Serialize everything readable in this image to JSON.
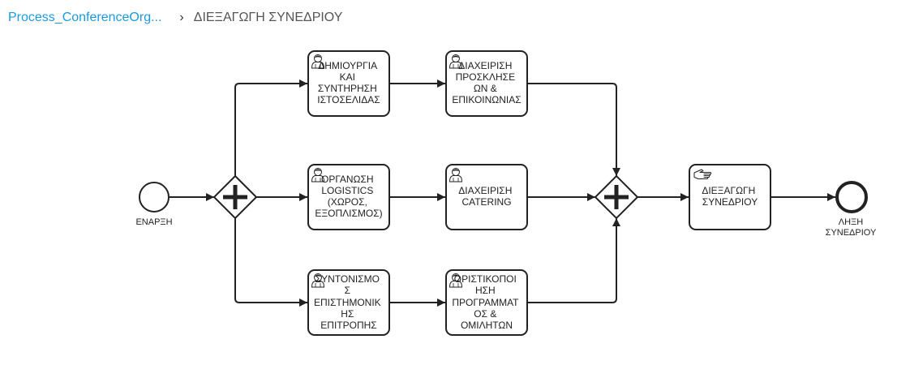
{
  "breadcrumb": {
    "process_link": "Process_ConferenceOrg...",
    "separator": "›",
    "current": "ΔΙΕΞΑΓΩΓΗ ΣΥΝΕΔΡΙΟΥ"
  },
  "diagram": {
    "start_event": {
      "label": "ΕΝΑΡΞΗ"
    },
    "end_event": {
      "label_lines": [
        "ΛΗΞΗ",
        "ΣΥΝΕΔΡΙΟΥ"
      ]
    },
    "tasks": {
      "website": {
        "type": "user",
        "lines": [
          "ΔΗΜΙΟΥΡΓΙΑ",
          "ΚΑΙ",
          "ΣΥΝΤΗΡΗΣΗ",
          "ΙΣΤΟΣΕΛΙΔΑΣ"
        ]
      },
      "invitations": {
        "type": "user",
        "lines": [
          "ΔΙΑΧΕΙΡΙΣΗ",
          "ΠΡΟΣΚΛΗΣΕ",
          "ΩΝ &",
          "ΕΠΙΚΟΙΝΩΝΙΑΣ"
        ]
      },
      "logistics": {
        "type": "user",
        "lines": [
          "ΟΡΓΑΝΩΣΗ",
          "LOGISTICS",
          "(ΧΩΡΟΣ,",
          "ΕΞΟΠΛΙΣΜΟΣ)"
        ]
      },
      "catering": {
        "type": "user",
        "lines": [
          "ΔΙΑΧΕΙΡΙΣΗ",
          "CATERING"
        ]
      },
      "committee": {
        "type": "user",
        "lines": [
          "ΣΥΝΤΟΝΙΣΜΟ",
          "Σ",
          "ΕΠΙΣΤΗΜΟΝΙΚ",
          "ΗΣ",
          "ΕΠΙΤΡΟΠΗΣ"
        ]
      },
      "program": {
        "type": "user",
        "lines": [
          "ΟΡΙΣΤΙΚΟΠΟΙ",
          "ΗΣΗ",
          "ΠΡΟΓΡΑΜΜΑΤ",
          "ΟΣ &",
          "ΟΜΙΛΗΤΩΝ"
        ]
      },
      "conduct": {
        "type": "manual",
        "lines": [
          "ΔΙΕΞΑΓΩΓΗ",
          "ΣΥΝΕΔΡΙΟΥ"
        ]
      }
    }
  }
}
